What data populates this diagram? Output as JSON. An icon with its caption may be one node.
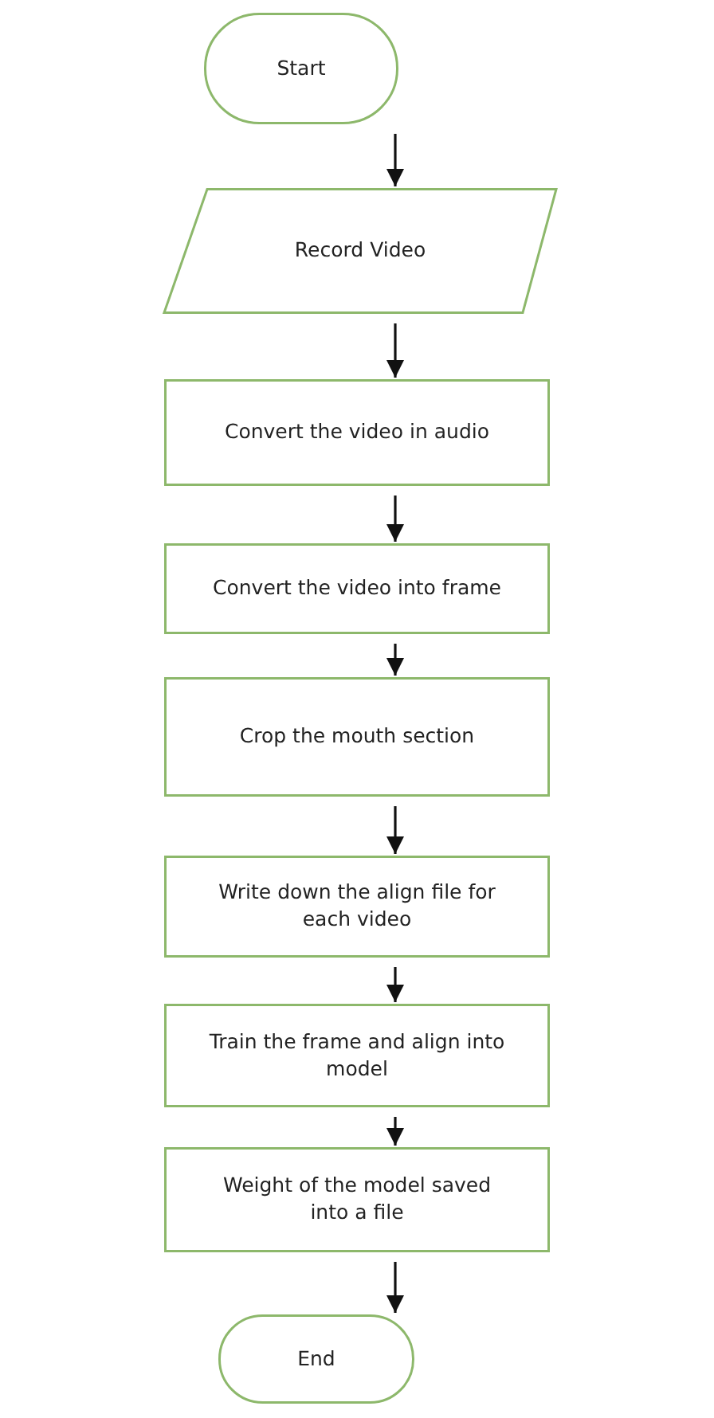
{
  "diagram": {
    "nodes": [
      {
        "text": [
          "Start"
        ]
      },
      {
        "text": [
          "Record Video"
        ]
      },
      {
        "text": [
          "Convert the video in audio"
        ]
      },
      {
        "text": [
          "Convert the video into frame"
        ]
      },
      {
        "text": [
          "Crop the mouth section"
        ]
      },
      {
        "text": [
          "Write down the align file for each video"
        ]
      },
      {
        "text": [
          "Train the frame and align into model"
        ]
      },
      {
        "text": [
          "Weight of the model saved into a file"
        ]
      },
      {
        "text": [
          "End"
        ]
      }
    ],
    "edges": [
      {
        "from": 0,
        "to": 1,
        "arrow": "to"
      },
      {
        "from": 1,
        "to": 2,
        "arrow": "to"
      },
      {
        "from": 2,
        "to": 3,
        "arrow": "to"
      },
      {
        "from": 3,
        "to": 4,
        "arrow": "to"
      },
      {
        "from": 4,
        "to": 5,
        "arrow": "to"
      },
      {
        "from": 5,
        "to": 6,
        "arrow": "to"
      },
      {
        "from": 6,
        "to": 7,
        "arrow": "to"
      },
      {
        "from": 7,
        "to": 8,
        "arrow": "to"
      }
    ]
  }
}
